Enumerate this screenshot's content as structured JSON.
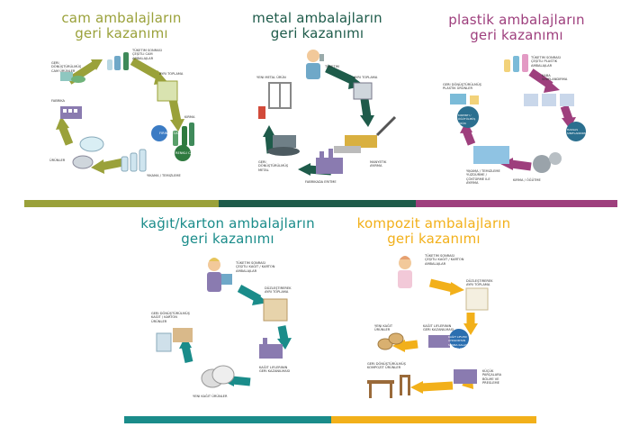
{
  "colors": {
    "glass": "#9aa13a",
    "metal": "#1e5b4a",
    "plastic": "#9e3f7d",
    "paper": "#1a8c8a",
    "composite": "#f2b01a"
  },
  "panels": {
    "glass": {
      "title_1": "cam ambalajların",
      "title_2": "geri kazanımı",
      "labels": {
        "l1": "Tüketim sonrası çeşitli cam ambalajlar",
        "l2": "Ayrı toplama",
        "l3": "Kırma",
        "l4": "Fırında cam",
        "l5": "Yıkama / temizleme",
        "l6": "Ürünler",
        "l7": "Fabrika",
        "l8": "Geri dönüştürülmüş cam ürünler",
        "l9": "Renkli cam"
      }
    },
    "metal": {
      "title_1": "metal ambalajların",
      "title_2": "geri kazanımı",
      "labels": {
        "l1": "Tüketim",
        "l2": "Ayrı toplama",
        "l3": "Manyetik ayırma",
        "l4": "Fabrikada eritme",
        "l5": "Geri dönüştürülmüş metal",
        "l6": "Yeni metal ürün"
      }
    },
    "plastic": {
      "title_1": "plastik ambalajların",
      "title_2": "geri kazanımı",
      "labels": {
        "l1": "Tüketim sonrası çeşitli plastik ambalajlar",
        "l2": "Kaba sınıflandırma",
        "l3": "Hassas sınıflandırma",
        "l4": "Kırma / öğütme",
        "l5": "Yıkama / temizleme yüzdürme / çöktürme ile ayırma",
        "l6": "Kırpıntı / öğütülmüş ürün",
        "l7": "Geri dönüştürülmüş plastik ürünler"
      }
    },
    "paper": {
      "title_1": "kağıt/karton ambalajların",
      "title_2": "geri kazanımı",
      "labels": {
        "l1": "Tüketim sonrası çeşitli kağıt / karton ambalajlar",
        "l2": "Düzleştirerek ayrı toplama",
        "l3": "Kağıt liflerinin geri kazanılması",
        "l4": "Yeni kağıt ürünler",
        "l5": "Geri dönüştürülmüş kağıt / karton ürünler"
      }
    },
    "composite": {
      "title_1": "kompozit ambalajların",
      "title_2": "geri kazanımı",
      "labels": {
        "l1": "Tüketim sonrası çeşitli kağıt / karton ambalajlar",
        "l2": "Düzleştirerek ayrı toplama",
        "l3": "Kağıt liflerinin geri kazanılması",
        "l4": "Yeni kağıt ürünler",
        "l5": "Kağıt lifleri ayrıldıktan sonra kalan plastik ve alüminyum",
        "l6": "Küçük parçalara bölme ve presleme",
        "l7": "Geri dönüştürülmüş kompozit ürünler"
      }
    }
  }
}
